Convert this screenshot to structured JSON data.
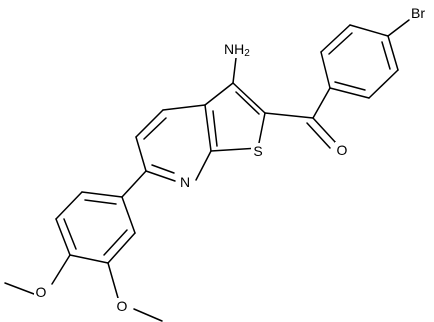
{
  "structure": {
    "atoms": {
      "nh2": "NH2",
      "br": "Br",
      "o_carbonyl": "O",
      "s_ring": "S",
      "n_ring": "N",
      "o_methoxy_4": "O",
      "o_methoxy_3": "O"
    },
    "colors": {
      "bond": "#000000",
      "background": "#ffffff"
    }
  }
}
